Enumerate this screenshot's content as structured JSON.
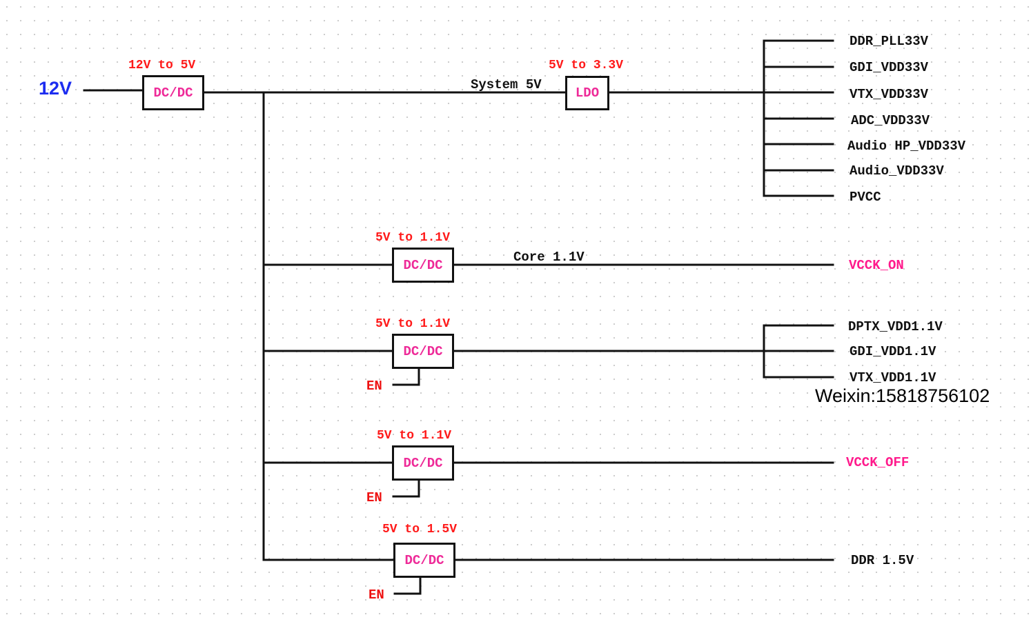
{
  "input_label": "12V",
  "main_converter": {
    "spec": "12V to 5V",
    "type": "DC/DC"
  },
  "ldo": {
    "spec": "5V to 3.3V",
    "type": "LDO",
    "rail_label": "System 5V"
  },
  "outputs_33v": [
    "DDR_PLL33V",
    "GDI_VDD33V",
    "VTX_VDD33V",
    "ADC_VDD33V",
    "Audio HP_VDD33V",
    "Audio_VDD33V",
    "PVCC"
  ],
  "branches": [
    {
      "spec": "5V to 1.1V",
      "type": "DC/DC",
      "rail_label": "Core 1.1V",
      "output": "VCCK_ON"
    },
    {
      "spec": "5V to 1.1V",
      "type": "DC/DC",
      "enable": "EN",
      "outputs": [
        "DPTX_VDD1.1V",
        "GDI_VDD1.1V",
        "VTX_VDD1.1V"
      ]
    },
    {
      "spec": "5V to 1.1V",
      "type": "DC/DC",
      "enable": "EN",
      "output": "VCCK_OFF"
    },
    {
      "spec": "5V to 1.5V",
      "type": "DC/DC",
      "enable": "EN",
      "output": "DDR 1.5V"
    }
  ],
  "watermark": "Weixin:15818756102",
  "colors": {
    "input": "#1c2cf0",
    "converter_spec": "#ff1a1a",
    "box_text": "#ee2a98",
    "pink_net": "#ff1a8c",
    "enable": "#ee1111",
    "wire": "#111111"
  }
}
